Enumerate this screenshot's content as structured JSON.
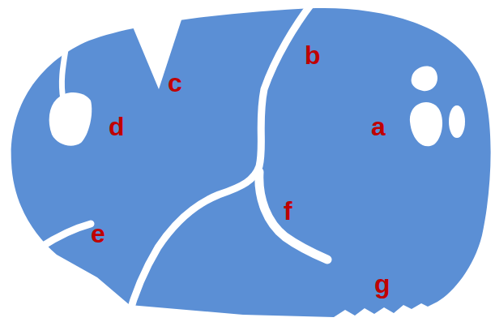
{
  "diagram": {
    "labels": [
      "b",
      "c",
      "d",
      "a",
      "e",
      "f",
      "g"
    ]
  }
}
